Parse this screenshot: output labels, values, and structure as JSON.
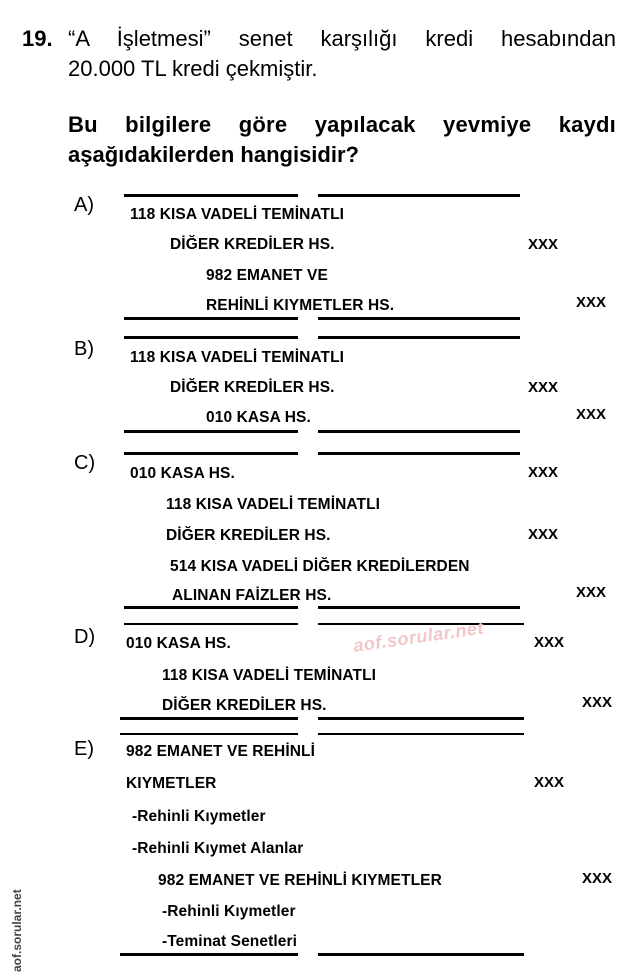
{
  "question": {
    "number": "19.",
    "line1": "“A İşletmesi” senet karşılığı kredi hesabından",
    "line2": "20.000 TL kredi çekmiştir.",
    "prompt_line1": "Bu bilgilere göre yapılacak yevmiye kaydı",
    "prompt_line2": "aşağıdakilerden hangisidir?"
  },
  "options": {
    "A": {
      "letter": "A)",
      "lines": [
        "118 KISA VADELİ TEMİNATLI",
        "DİĞER KREDİLER HS.",
        "982 EMANET VE",
        "REHİNLİ KIYMETLER HS."
      ],
      "amounts": [
        "XXX",
        "XXX"
      ]
    },
    "B": {
      "letter": "B)",
      "lines": [
        "118 KISA VADELİ TEMİNATLI",
        "DİĞER KREDİLER HS.",
        "010 KASA HS."
      ],
      "amounts": [
        "XXX",
        "XXX"
      ]
    },
    "C": {
      "letter": "C)",
      "lines": [
        "010 KASA HS.",
        "118 KISA VADELİ TEMİNATLI",
        "DİĞER KREDİLER HS.",
        "514 KISA VADELİ DİĞER KREDİLERDEN",
        "ALINAN FAİZLER HS."
      ],
      "amounts": [
        "XXX",
        "XXX",
        "XXX"
      ]
    },
    "D": {
      "letter": "D)",
      "lines": [
        "010 KASA HS.",
        "118 KISA VADELİ TEMİNATLI",
        "DİĞER KREDİLER HS."
      ],
      "amounts": [
        "XXX",
        "XXX"
      ]
    },
    "E": {
      "letter": "E)",
      "lines": [
        "982 EMANET VE REHİNLİ",
        "KIYMETLER",
        "-Rehinli Kıymetler",
        "-Rehinli Kıymet Alanlar",
        "982 EMANET VE REHİNLİ KIYMETLER",
        "-Rehinli Kıymetler",
        "-Teminat Senetleri"
      ],
      "amounts": [
        "XXX",
        "XXX"
      ]
    }
  },
  "watermarks": {
    "center": "aof.sorular.net",
    "side": "aof.sorular.net"
  }
}
